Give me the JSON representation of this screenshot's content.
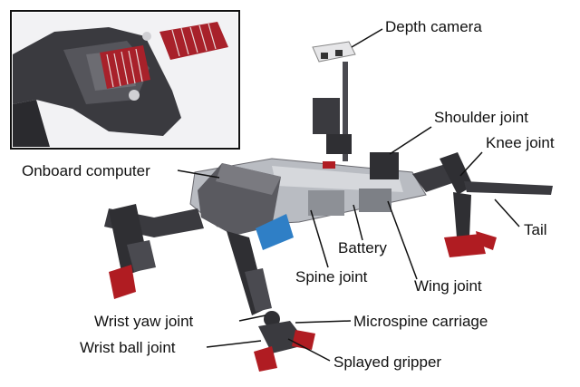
{
  "labels": {
    "depth_camera": "Depth camera",
    "shoulder_joint": "Shoulder joint",
    "knee_joint": "Knee joint",
    "onboard_computer": "Onboard computer",
    "tail": "Tail",
    "battery": "Battery",
    "spine_joint": "Spine joint",
    "wing_joint": "Wing joint",
    "wrist_yaw_joint": "Wrist yaw joint",
    "microspine_carriage": "Microspine carriage",
    "wrist_ball_joint": "Wrist ball joint",
    "splayed_gripper": "Splayed gripper"
  },
  "colors": {
    "robot_dark": "#2f2f33",
    "robot_mid": "#5a5a60",
    "robot_light": "#b9bcc2",
    "gripper_red": "#b01c22",
    "battery_blue": "#2f7fc6",
    "inset_border": "#111111"
  }
}
